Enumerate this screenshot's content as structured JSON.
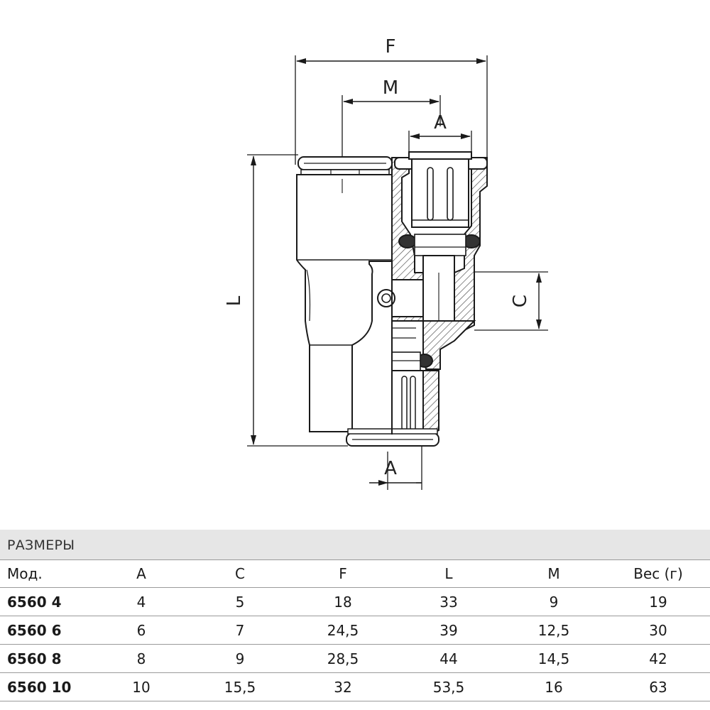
{
  "drawing": {
    "dimension_labels": {
      "F": "F",
      "M": "M",
      "A_top": "A",
      "A_bottom": "A",
      "L": "L",
      "C": "C"
    }
  },
  "table": {
    "section_title": "РАЗМЕРЫ",
    "columns": [
      "Мод.",
      "A",
      "C",
      "F",
      "L",
      "M",
      "Вес (г)"
    ],
    "rows": [
      [
        "6560 4",
        "4",
        "5",
        "18",
        "33",
        "9",
        "19"
      ],
      [
        "6560 6",
        "6",
        "7",
        "24,5",
        "39",
        "12,5",
        "30"
      ],
      [
        "6560 8",
        "8",
        "9",
        "28,5",
        "44",
        "14,5",
        "42"
      ],
      [
        "6560 10",
        "10",
        "15,5",
        "32",
        "53,5",
        "16",
        "63"
      ]
    ]
  },
  "colors": {
    "line": "#1a1a1a",
    "hatch": "#555555",
    "header_bg": "#e6e6e6",
    "rule": "#9a9a9a"
  },
  "icons": [
    "y-connector-drawing"
  ]
}
